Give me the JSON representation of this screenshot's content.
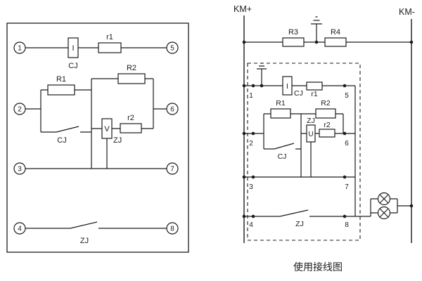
{
  "colors": {
    "ink": "#1c1c1c",
    "background": "#ffffff"
  },
  "left_panel": {
    "terminals": [
      "1",
      "2",
      "3",
      "4",
      "5",
      "6",
      "7",
      "8"
    ],
    "cj_coil_letter": "I",
    "cj_coil_label": "CJ",
    "r1_label": "r1",
    "R1_label": "R1",
    "R2_label": "R2",
    "r2_label": "r2",
    "zj_coil_letter": "V",
    "zj_coil_label": "ZJ",
    "cj_contact_label": "CJ",
    "zj_contact_label": "ZJ"
  },
  "right_panel": {
    "km_plus": "KM+",
    "km_minus": "KM-",
    "R3_label": "R3",
    "R4_label": "R4",
    "terminals": [
      "1",
      "2",
      "3",
      "4",
      "5",
      "6",
      "7",
      "8"
    ],
    "cj_coil_letter": "I",
    "cj_coil_label": "CJ",
    "r1_label": "r1",
    "R1_label": "R1",
    "R2_label": "R2",
    "zj_coil_label": "ZJ",
    "zj_coil_letter": "U",
    "r2_label": "r2",
    "cj_contact_label": "CJ",
    "zj_contact_label": "ZJ",
    "caption": "使用接线图"
  }
}
